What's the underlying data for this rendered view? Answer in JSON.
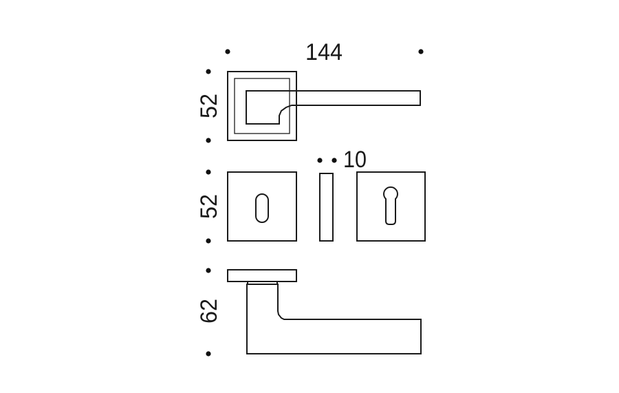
{
  "dimensions": {
    "total_width": "144",
    "rosette_height_top": "52",
    "rosette_height_middle": "52",
    "escutcheon_thickness": "10",
    "lever_height_side": "62"
  },
  "colors": {
    "line": "#1a1a1a",
    "background": "#ffffff"
  }
}
